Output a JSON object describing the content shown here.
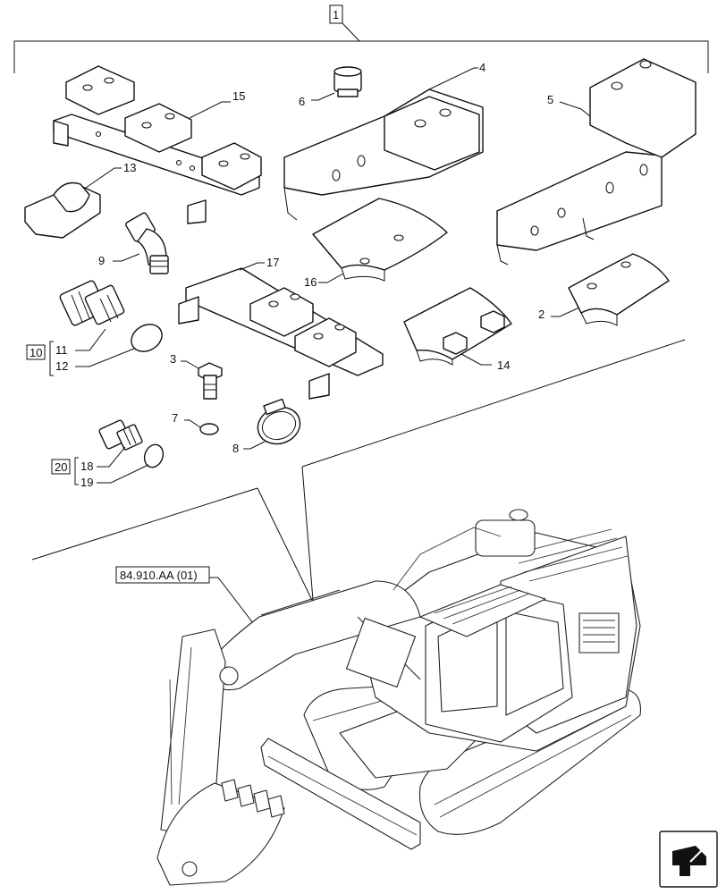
{
  "callouts": {
    "c1": "1",
    "c2": "2",
    "c3": "3",
    "c4": "4",
    "c5": "5",
    "c6": "6",
    "c7": "7",
    "c8": "8",
    "c9": "9",
    "c10": "10",
    "c11": "11",
    "c12": "12",
    "c13": "13",
    "c14": "14",
    "c15": "15",
    "c16": "16",
    "c17": "17",
    "c18": "18",
    "c19": "19",
    "c20": "20"
  },
  "reference": "84.910.AA (01)",
  "icons": {
    "navigation": "arrow-icon"
  }
}
